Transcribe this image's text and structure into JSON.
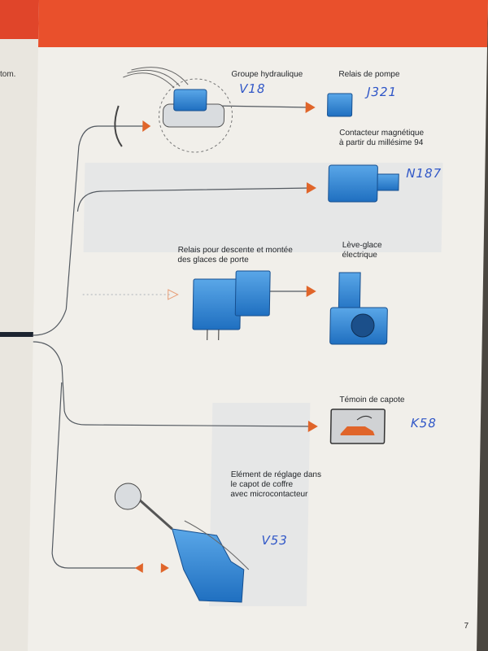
{
  "left_page": {
    "fragment": "tom."
  },
  "components": {
    "hydraulic_group": {
      "label": "Groupe hydraulique",
      "note": "V18"
    },
    "pump_relay": {
      "label": "Relais de pompe",
      "note": "J321"
    },
    "magnetic_contactor": {
      "label_line1": "Contacteur magnétique",
      "label_line2": "à partir du millésime 94",
      "note": "N187"
    },
    "window_relays": {
      "label_line1": "Relais pour descente et montée",
      "label_line2": "des glaces de porte"
    },
    "window_motor": {
      "label_line1": "Lève-glace",
      "label_line2": "électrique"
    },
    "roof_indicator": {
      "label": "Témoin de capote",
      "note": "K58"
    },
    "trunk_adjuster": {
      "label_line1": "Elément de réglage dans",
      "label_line2": "le capot de coffre",
      "label_line3": "avec microcontacteur",
      "note": "V53"
    }
  },
  "page_number": "7",
  "colors": {
    "accent_red": "#e9502c",
    "component_blue": "#2c7fd0",
    "wire": "#545a61",
    "arrow": "#e0652a",
    "handwriting": "#2f56c7"
  }
}
